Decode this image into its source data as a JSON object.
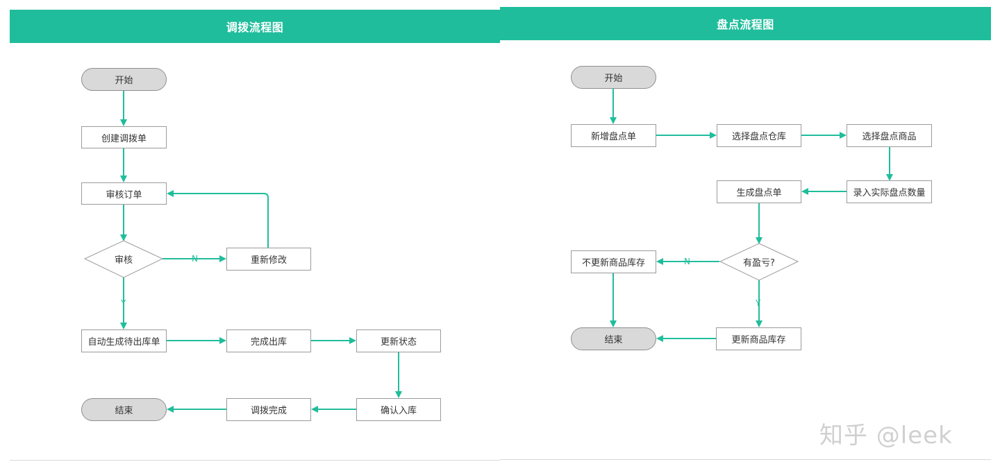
{
  "colors": {
    "accent": "#1fbd9b",
    "terminal_fill": "#d9d9d9",
    "border": "#9a9a9a"
  },
  "left": {
    "title": "调拨流程图",
    "nodes": {
      "start": "开始",
      "create": "创建调拨单",
      "review_order": "审核订单",
      "review_decision": "审核",
      "revise": "重新修改",
      "auto_outbound": "自动生成待出库单",
      "complete_outbound": "完成出库",
      "update_status": "更新状态",
      "confirm_inbound": "确认入库",
      "transfer_done": "调拨完成",
      "end": "结束"
    },
    "edge_labels": {
      "no": "N",
      "yes": "Y"
    }
  },
  "right": {
    "title": "盘点流程图",
    "nodes": {
      "start": "开始",
      "new_count": "新增盘点单",
      "select_warehouse": "选择盘点仓库",
      "select_goods": "选择盘点商品",
      "enter_qty": "录入实际盘点数量",
      "generate_count": "生成盘点单",
      "profit_loss": "有盈亏?",
      "no_update": "不更新商品库存",
      "update_stock": "更新商品库存",
      "end": "结束"
    },
    "edge_labels": {
      "no": "N",
      "yes": "Y"
    }
  },
  "watermark": "知乎 @leek"
}
